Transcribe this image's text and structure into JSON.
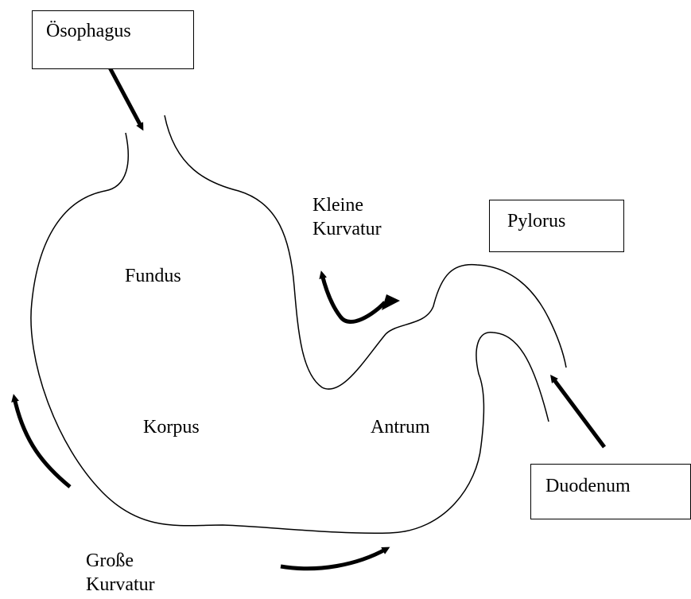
{
  "labels": {
    "oesophagus": "Ösophagus",
    "pylorus": "Pylorus",
    "duodenum": "Duodenum",
    "kleine_kurvatur_line1": "Kleine",
    "kleine_kurvatur_line2": "Kurvatur",
    "fundus": "Fundus",
    "korpus": "Korpus",
    "antrum": "Antrum",
    "grosse_kurvatur_line1": "Große",
    "grosse_kurvatur_line2": "Kurvatur"
  },
  "colors": {
    "line": "#000000",
    "background": "#ffffff"
  }
}
